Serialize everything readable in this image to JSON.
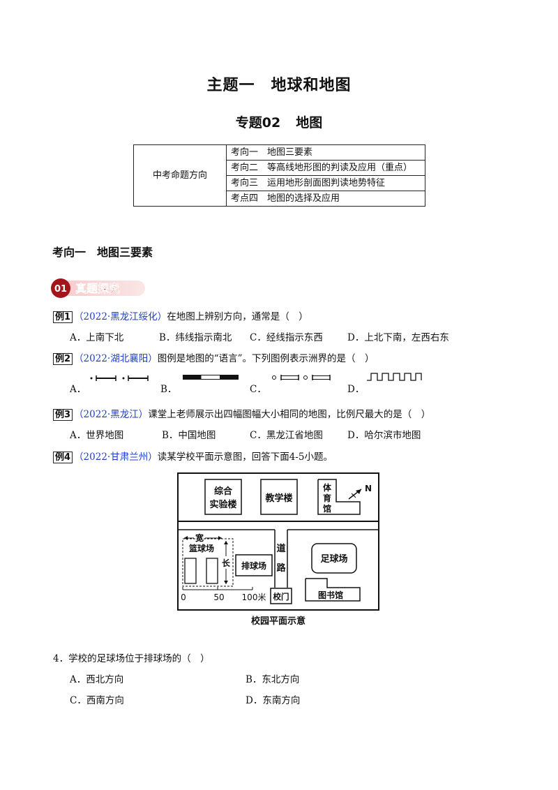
{
  "header": {
    "main_title": "主题一　地球和地图",
    "sub_title_a": "专题02",
    "sub_title_b": "地图"
  },
  "direction_table": {
    "label": "中考命题方向",
    "items": [
      "考向一　地图三要素",
      "考向二　等高线地形图的判读及应用（重点）",
      "考向三　运用地形剖面图判读地势特征",
      "考点四　地图的选择及应用"
    ]
  },
  "section": {
    "title": "考向一　地图三要素",
    "banner_number": "01",
    "banner_text": "真题探究"
  },
  "questions": [
    {
      "label": "例1",
      "source": "（2022·黑龙江绥化）",
      "text": "在地图上辨别方向，通常是（　）",
      "options": [
        "A．上南下北",
        "B．纬线指示南北",
        "C．经线指示东西",
        "D．上北下南，左西右东"
      ]
    },
    {
      "label": "例2",
      "source": "（2022·湖北襄阳）",
      "text": "图例是地图的“语言”。下列图例表示洲界的是（　）",
      "options": [
        "A．",
        "B．",
        "C．",
        "D．"
      ]
    },
    {
      "label": "例3",
      "source": "（2022·黑龙江）",
      "text": "课堂上老师展示出四幅图幅大小相同的地图，比例尺最大的是（　）",
      "options": [
        "A．世界地图",
        "B．中国地图",
        "C．黑龙江省地图",
        "D．哈尔滨市地图"
      ]
    },
    {
      "label": "例4",
      "source": "（2022·甘肃兰州）",
      "text": "读某学校平面示意图，回答下面4-5小题。"
    }
  ],
  "campus_map": {
    "caption": "校园平面示意",
    "labels": {
      "lab_line1": "综合",
      "lab_line2": "实验楼",
      "teaching": "教学楼",
      "gym_1": "体",
      "gym_2": "育",
      "gym_3": "馆",
      "north": "N",
      "width": "宽",
      "length": "长",
      "basketball": "篮球场",
      "volleyball": "排球场",
      "road_1": "道",
      "road_2": "路",
      "football": "足球场",
      "library": "图书馆",
      "gate": "校门",
      "scale_0": "0",
      "scale_50": "50",
      "scale_100": "100米"
    }
  },
  "question4": {
    "text": "4．学校的足球场位于排球场的（　）",
    "options": [
      "A．西北方向",
      "B．东北方向",
      "C．西南方向",
      "D．东南方向"
    ]
  }
}
